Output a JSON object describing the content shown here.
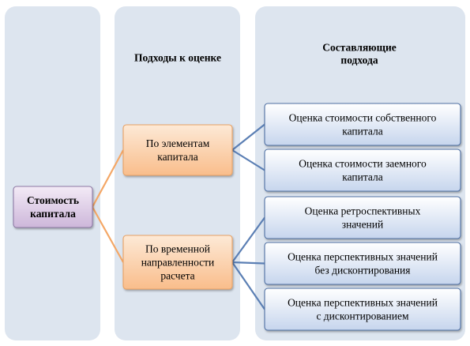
{
  "colors": {
    "panel": "#dde5ef",
    "root_fill_top": "#f3eaf6",
    "root_fill_bottom": "#cdb7da",
    "root_stroke": "#8d79a4",
    "approach_fill_top": "#fde9d6",
    "approach_fill_bottom": "#f9bd8b",
    "approach_stroke": "#e8a164",
    "component_fill_top": "#ffffff",
    "component_fill_bottom": "#c6d5ed",
    "component_stroke": "#4f70a3",
    "connector_orange": "#f4a766",
    "connector_blue": "#5b7fb4"
  },
  "headers": {
    "approaches": [
      "Подходы к оценке"
    ],
    "components": [
      "Составляющие",
      "подхода"
    ]
  },
  "root": {
    "lines": [
      "Стоимость",
      "капитала"
    ]
  },
  "approaches": [
    {
      "lines": [
        "По элементам",
        "капитала"
      ]
    },
    {
      "lines": [
        "По временной",
        "направленности",
        "расчета"
      ]
    }
  ],
  "components": [
    {
      "lines": [
        "Оценка стоимости собственного",
        "капитала"
      ]
    },
    {
      "lines": [
        "Оценка стоимости заемного",
        "капитала"
      ]
    },
    {
      "lines": [
        "Оценка ретроспективных",
        "значений"
      ]
    },
    {
      "lines": [
        "Оценка перспективных значений",
        "без дисконтирования"
      ]
    },
    {
      "lines": [
        "Оценка перспективных значений",
        "с дисконтированием"
      ]
    }
  ]
}
